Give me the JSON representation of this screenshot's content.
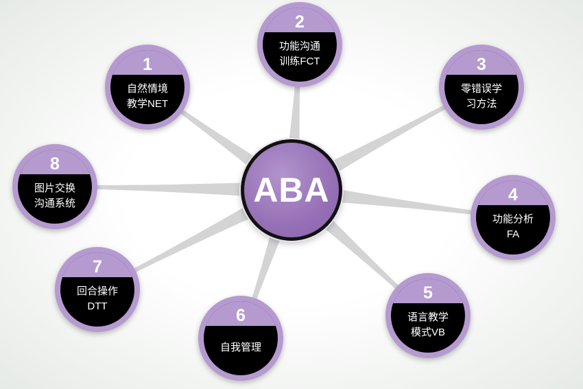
{
  "hub": {
    "label": "ABA"
  },
  "nodes": [
    {
      "number": "1",
      "text": "自然情境\n教学NET"
    },
    {
      "number": "2",
      "text": "功能沟通\n训练FCT"
    },
    {
      "number": "3",
      "text": "零错误学\n习方法"
    },
    {
      "number": "4",
      "text": "功能分析\nFA"
    },
    {
      "number": "5",
      "text": "语言教学\n模式VB"
    },
    {
      "number": "6",
      "text": "自我管理"
    },
    {
      "number": "7",
      "text": "回合操作\nDTT"
    },
    {
      "number": "8",
      "text": "图片交换\n沟通系统"
    }
  ],
  "colors": {
    "accent": "#b59ad0",
    "hub_fill": "#9670b6",
    "node_core": "#000000",
    "connector": "#d4d4d4"
  }
}
